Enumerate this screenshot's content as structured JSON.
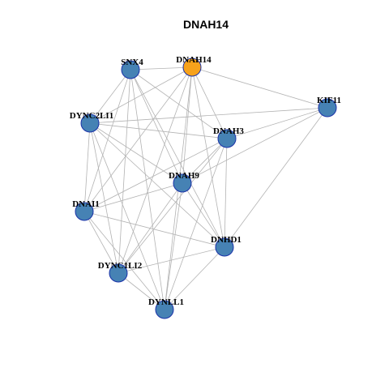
{
  "title": "DNAH14",
  "colors": {
    "hub_fill": "#f7a21b",
    "node_fill": "#4682b4",
    "node_stroke": "#1a32a8",
    "edge": "#b3b3b3"
  },
  "nodes": [
    {
      "id": "DNAH14",
      "label": "DNAH14",
      "hub": true
    },
    {
      "id": "SNX4",
      "label": "SNX4",
      "hub": false
    },
    {
      "id": "KIF11",
      "label": "KIF11",
      "hub": false
    },
    {
      "id": "DYNC2LI1",
      "label": "DYNC2LI1",
      "hub": false
    },
    {
      "id": "DNAH3",
      "label": "DNAH3",
      "hub": false
    },
    {
      "id": "DNAH9",
      "label": "DNAH9",
      "hub": false
    },
    {
      "id": "DNAI1",
      "label": "DNAI1",
      "hub": false
    },
    {
      "id": "DNHD1",
      "label": "DNHD1",
      "hub": false
    },
    {
      "id": "DYNC1LI2",
      "label": "DYNC1LI2",
      "hub": false
    },
    {
      "id": "DYNLL1",
      "label": "DYNLL1",
      "hub": false
    }
  ],
  "edges": [
    [
      "DNAH14",
      "SNX4"
    ],
    [
      "DNAH14",
      "KIF11"
    ],
    [
      "DNAH14",
      "DNAH3"
    ],
    [
      "DNAH14",
      "DNAH9"
    ],
    [
      "DNAH14",
      "DNAI1"
    ],
    [
      "DNAH14",
      "DNHD1"
    ],
    [
      "DNAH14",
      "DYNC1LI2"
    ],
    [
      "DNAH14",
      "DYNLL1"
    ],
    [
      "DNAH14",
      "DYNC2LI1"
    ],
    [
      "SNX4",
      "DYNC2LI1"
    ],
    [
      "SNX4",
      "DNAH3"
    ],
    [
      "SNX4",
      "DNAH9"
    ],
    [
      "SNX4",
      "DNAI1"
    ],
    [
      "SNX4",
      "DNHD1"
    ],
    [
      "SNX4",
      "DYNC1LI2"
    ],
    [
      "SNX4",
      "DYNLL1"
    ],
    [
      "KIF11",
      "DNAH3"
    ],
    [
      "KIF11",
      "DNAH9"
    ],
    [
      "KIF11",
      "DNHD1"
    ],
    [
      "KIF11",
      "DYNC2LI1"
    ],
    [
      "DYNC2LI1",
      "DNAH3"
    ],
    [
      "DYNC2LI1",
      "DNAH9"
    ],
    [
      "DYNC2LI1",
      "DNAI1"
    ],
    [
      "DYNC2LI1",
      "DNHD1"
    ],
    [
      "DYNC2LI1",
      "DYNC1LI2"
    ],
    [
      "DYNC2LI1",
      "DYNLL1"
    ],
    [
      "DNAH3",
      "DNAH9"
    ],
    [
      "DNAH3",
      "DNAI1"
    ],
    [
      "DNAH3",
      "DNHD1"
    ],
    [
      "DNAH3",
      "DYNC1LI2"
    ],
    [
      "DNAH3",
      "DYNLL1"
    ],
    [
      "DNAH9",
      "DNAI1"
    ],
    [
      "DNAH9",
      "DNHD1"
    ],
    [
      "DNAH9",
      "DYNC1LI2"
    ],
    [
      "DNAH9",
      "DYNLL1"
    ],
    [
      "DNAI1",
      "DNHD1"
    ],
    [
      "DNAI1",
      "DYNC1LI2"
    ],
    [
      "DNAI1",
      "DYNLL1"
    ],
    [
      "DNHD1",
      "DYNC1LI2"
    ],
    [
      "DNHD1",
      "DYNLL1"
    ],
    [
      "DYNC1LI2",
      "DYNLL1"
    ]
  ]
}
